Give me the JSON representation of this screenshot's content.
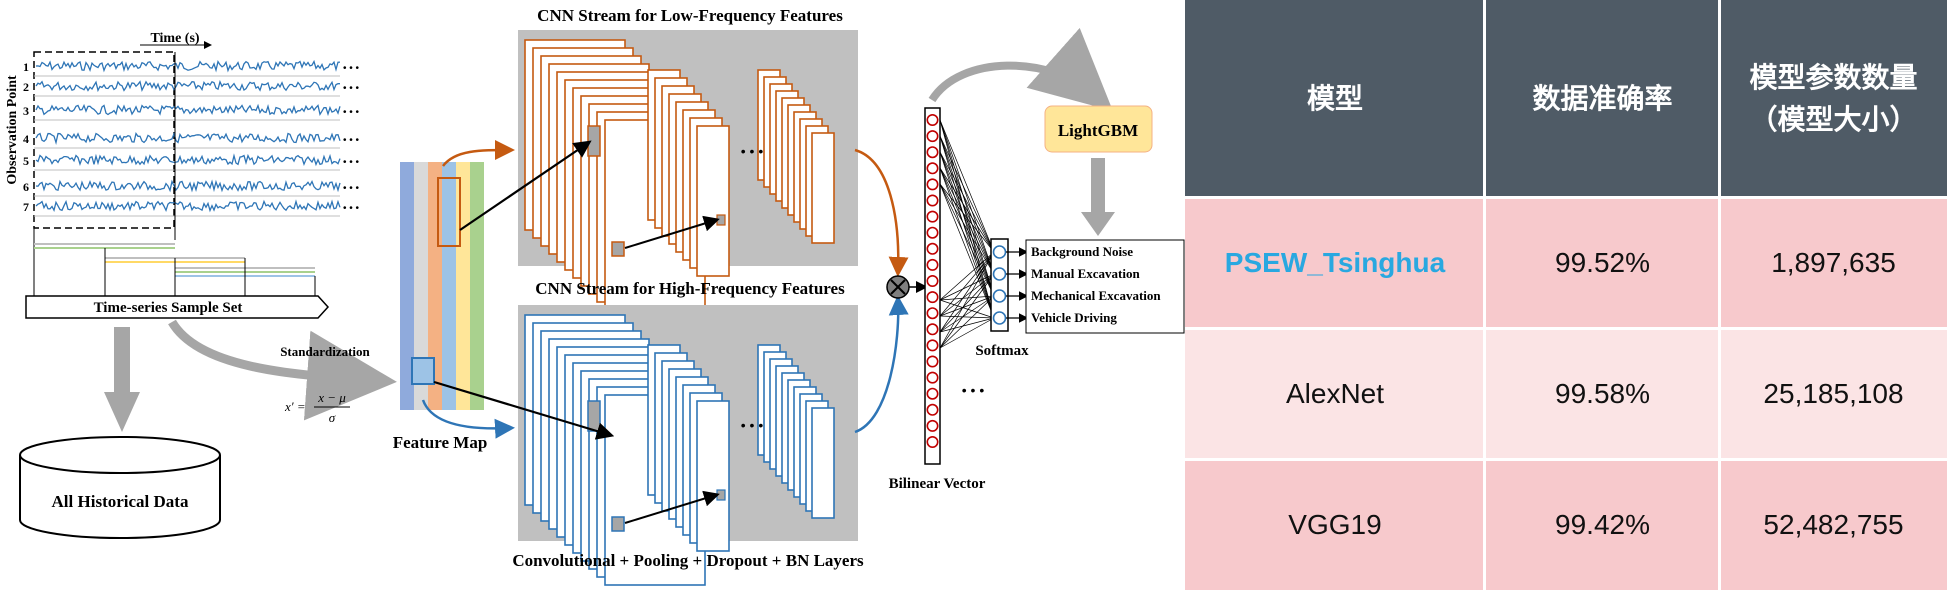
{
  "diagram": {
    "time_axis_label": "Time (s)",
    "observation_axis_label": "Observation Point",
    "observation_ids": [
      "1",
      "2",
      "3",
      "4",
      "5",
      "6",
      "7"
    ],
    "ellipsis": "• • •",
    "sample_set_label": "Time-series Sample Set",
    "historical_data_label": "All Historical Data",
    "standardization_label": "Standardization",
    "formula": {
      "lhs": "x′ =",
      "num": "x − μ",
      "den": "σ"
    },
    "feature_map_label": "Feature Map",
    "low_freq_title": "CNN Stream for Low-Frequency Features",
    "high_freq_title": "CNN Stream for High-Frequency Features",
    "layers_label": "Convolutional + Pooling + Dropout + BN Layers",
    "layer_ellipsis": "• • •",
    "bilinear_label": "Bilinear Vector",
    "bilinear_ellipsis": "• • •",
    "lightgbm_label": "LightGBM",
    "softmax_label": "Softmax",
    "outputs": [
      "Background Noise",
      "Manual Excavation",
      "Mechanical Excavation",
      "Vehicle Driving"
    ],
    "colors": {
      "low_stream": "#c55a11",
      "high_stream": "#2e75b6",
      "panel": "#c0c0c0",
      "signal": "#2e75b6",
      "neuron": "#c00000",
      "lightgbm_fill": "#ffe699"
    }
  },
  "table": {
    "headers": [
      "模型",
      "数据准确率",
      "模型参数数量\n（模型大小）"
    ],
    "rows": [
      {
        "model": "PSEW_Tsinghua",
        "accuracy": "99.52%",
        "params": "1,897,635",
        "highlight": true
      },
      {
        "model": "AlexNet",
        "accuracy": "99.58%",
        "params": "25,185,108",
        "highlight": false
      },
      {
        "model": "VGG19",
        "accuracy": "99.42%",
        "params": "52,482,755",
        "highlight": false
      }
    ],
    "colors": {
      "header_bg": "#4f5b66",
      "row_pink": "#f7c9cc",
      "row_light": "#fbe4e5",
      "highlight_text": "#29a8e0"
    }
  }
}
